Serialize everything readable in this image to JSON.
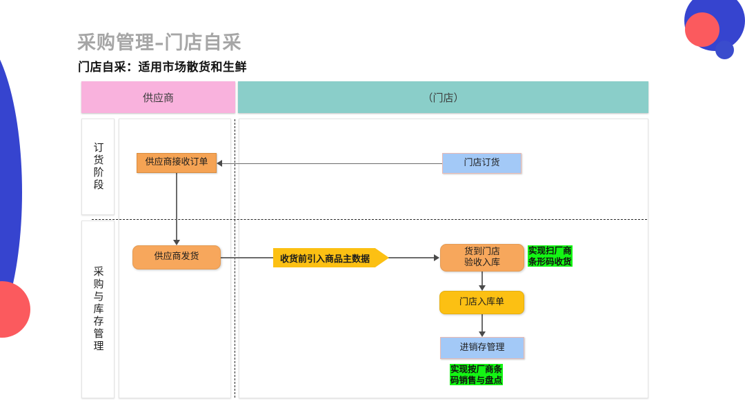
{
  "page": {
    "title": "采购管理–门店自采",
    "subtitle": "门店自采：适用市场散货和生鲜"
  },
  "colors": {
    "supplier_header": "#f9b2dd",
    "store_header": "#8acec9",
    "orange_node": "#f5a354",
    "orange_round_node": "#f7a75c",
    "gold_node": "#fcc013",
    "blue_node": "#a3c9f7",
    "green_highlight": "#14f514",
    "blob_blue": "#3644cf",
    "blob_red": "#fb5a5e",
    "title_gray": "#a6a6a6"
  },
  "swimlanes": {
    "columns": [
      {
        "key": "supplier",
        "label": "供应商"
      },
      {
        "key": "store",
        "label": "（门店）"
      }
    ],
    "rows": [
      {
        "key": "order_stage",
        "label": "订货阶段"
      },
      {
        "key": "purchase_inventory",
        "label": "采购与库存管理"
      }
    ]
  },
  "nodes": {
    "supplier_receive_order": "供应商接收订单",
    "supplier_ship": "供应商发货",
    "store_order": "门店订货",
    "master_data_chevron": "收货前引入商品主数据",
    "goods_arrive_line1": "货到门店",
    "goods_arrive_line2": "验收入库",
    "store_inbound_doc": "门店入库单",
    "inventory_management": "进销存管理"
  },
  "notes": {
    "scan_receive_line1": "实现扫厂商",
    "scan_receive_line2": "条形码收货",
    "barcode_sale_line1": "实现按厂商条",
    "barcode_sale_line2": "码销售与盘点"
  }
}
